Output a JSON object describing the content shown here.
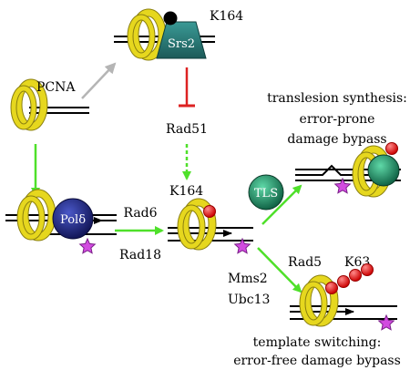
{
  "labels": {
    "k164_top": "K164",
    "srs2": "Srs2",
    "pcna": "PCNA",
    "rad51": "Rad51",
    "tls_title_line1": "translesion synthesis:",
    "tls_title_line2": "error-prone",
    "tls_title_line3": "damage bypass",
    "tls": "TLS",
    "k164_mid": "K164",
    "pol_delta": "Polδ",
    "rad6": "Rad6",
    "rad18": "Rad18",
    "rad5": "Rad5",
    "k63": "K63",
    "mms2": "Mms2",
    "ubc13": "Ubc13",
    "ts_title_line1": "template switching:",
    "ts_title_line2": "error-free damage bypass"
  },
  "colors": {
    "pcna_ring": "#e6d71e",
    "pcna_ring_stroke": "#8a7f10",
    "srs2": "#2a7b78",
    "pol_delta": "#1a1f6e",
    "tls": "#127a5a",
    "ubiquitin": "#ee1111",
    "sumo_dot": "#000000",
    "lesion_star": "#d24be0",
    "green_arrow": "#4fe02a",
    "gray_arrow": "#b5b5b5",
    "inhibit": "#dd2222"
  }
}
